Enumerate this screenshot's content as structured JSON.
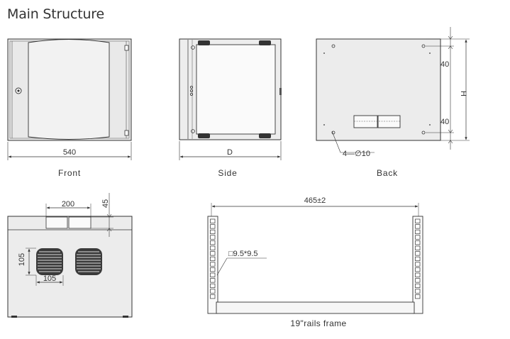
{
  "page": {
    "title": "Main Structure"
  },
  "views": {
    "front": {
      "caption": "Front",
      "width_label": "540"
    },
    "side": {
      "caption": "Side",
      "depth_label": "D"
    },
    "back": {
      "caption": "Back",
      "top_offset_label": "40",
      "bottom_offset_label": "40",
      "height_label": "H",
      "hole_label": "4—∅10"
    },
    "top": {
      "opening_width_label": "200",
      "opening_depth_label": "45",
      "fan_height_label": "105",
      "fan_width_label": "105"
    },
    "rails": {
      "caption": "19\"rails frame",
      "width_label": "465±2",
      "hole_label": "□9.5*9.5"
    }
  },
  "colors": {
    "line": "#333333",
    "panel": "#e6e6e6",
    "panel_light": "#f0f0f0"
  }
}
